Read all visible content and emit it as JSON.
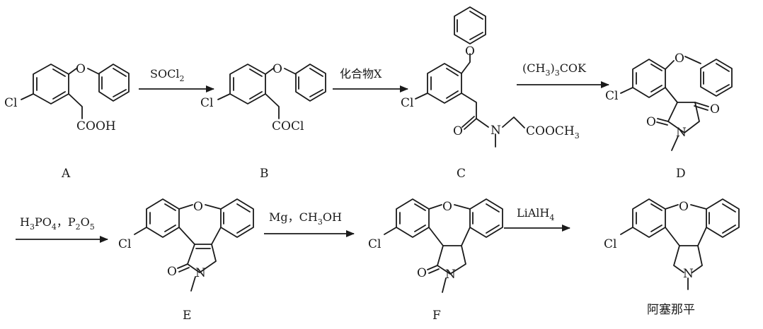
{
  "compounds": {
    "A": {
      "label": "A",
      "substituent": "COOH"
    },
    "B": {
      "label": "B",
      "substituent": "COCl"
    },
    "C": {
      "label": "C",
      "ester": "COOCH",
      "ester_sub": "3"
    },
    "D": {
      "label": "D"
    },
    "E": {
      "label": "E"
    },
    "F": {
      "label": "F"
    },
    "product": {
      "label": "阿塞那平"
    }
  },
  "atoms": {
    "cl": "Cl",
    "o": "O",
    "n": "N"
  },
  "reagents": {
    "step1": {
      "main": "SOCl",
      "sub": "2"
    },
    "step2": {
      "text": "化合物X"
    },
    "step3": {
      "p1": "(CH",
      "s1": "3",
      "p2": ")",
      "s2": "3",
      "p3": "COK"
    },
    "step4": {
      "p1": "H",
      "s1": "3",
      "p2": "PO",
      "s2": "4",
      "p3": "，P",
      "s3": "2",
      "p4": "O",
      "s4": "5"
    },
    "step5": {
      "p1": "Mg，CH",
      "s1": "3",
      "p2": "OH"
    },
    "step6": {
      "p1": "LiAlH",
      "s1": "4"
    }
  }
}
